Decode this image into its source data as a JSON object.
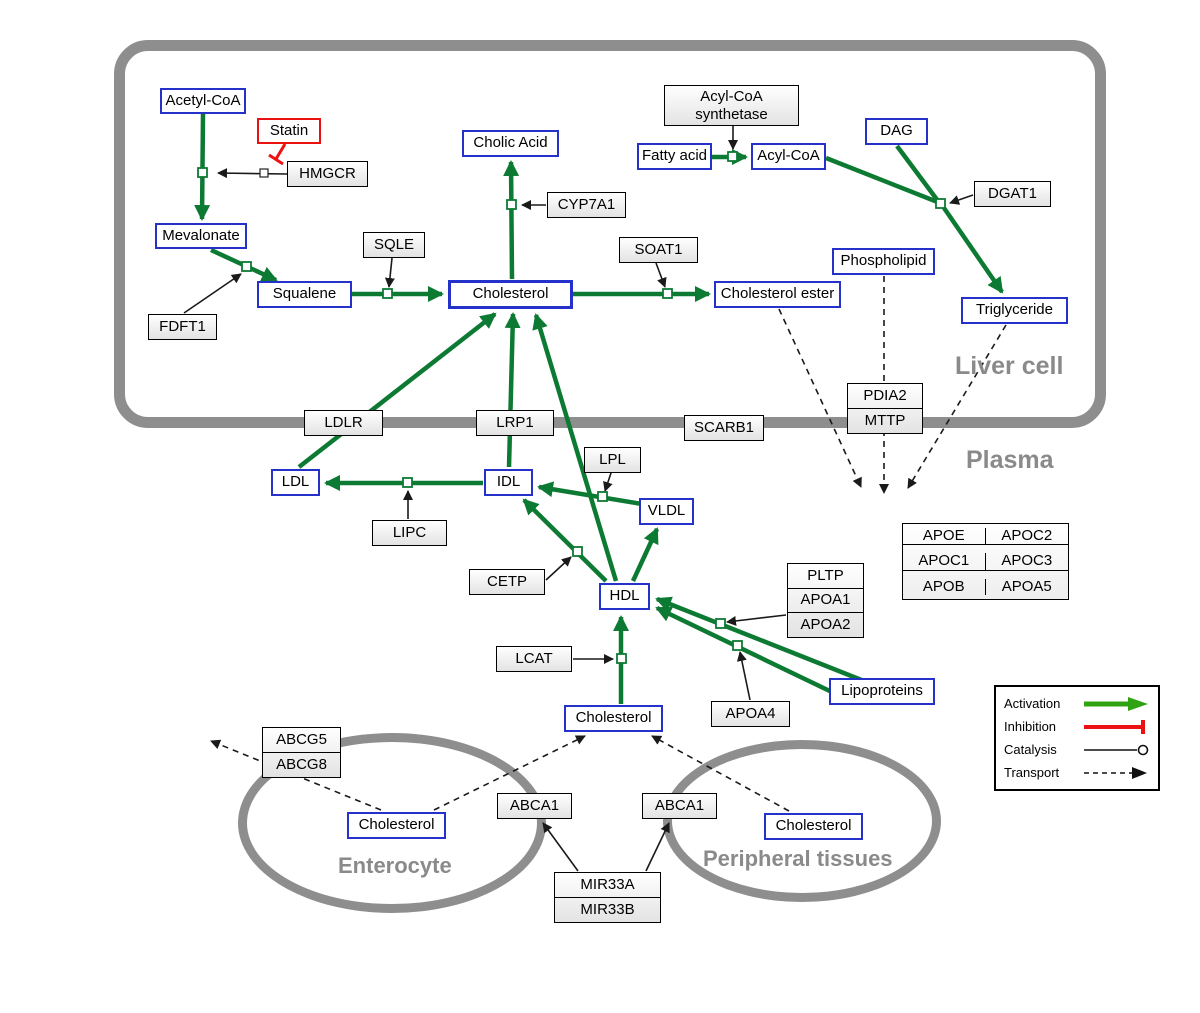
{
  "compartments": {
    "liver": {
      "label": "Liver cell"
    },
    "plasma": {
      "label": "Plasma"
    },
    "enterocyte": {
      "label": "Enterocyte"
    },
    "peripheral": {
      "label": "Peripheral tissues"
    }
  },
  "nodes": {
    "acetyl_coa": {
      "label": "Acetyl-CoA"
    },
    "statin": {
      "label": "Statin"
    },
    "hmgcr": {
      "label": "HMGCR"
    },
    "mevalonate": {
      "label": "Mevalonate"
    },
    "fdft1": {
      "label": "FDFT1"
    },
    "squalene": {
      "label": "Squalene"
    },
    "sqle": {
      "label": "SQLE"
    },
    "cholesterol_liver": {
      "label": "Cholesterol"
    },
    "cholic_acid": {
      "label": "Cholic Acid"
    },
    "cyp7a1": {
      "label": "CYP7A1"
    },
    "soat1": {
      "label": "SOAT1"
    },
    "cholesterol_ester": {
      "label": "Cholesterol ester"
    },
    "acyl_coa_synthetase": {
      "line1": "Acyl-CoA",
      "line2": "synthetase"
    },
    "fatty_acid": {
      "label": "Fatty acid"
    },
    "acyl_coa": {
      "label": "Acyl-CoA"
    },
    "dag": {
      "label": "DAG"
    },
    "dgat1": {
      "label": "DGAT1"
    },
    "phospholipid": {
      "label": "Phospholipid"
    },
    "triglyceride": {
      "label": "Triglyceride"
    },
    "ldlr": {
      "label": "LDLR"
    },
    "lrp1": {
      "label": "LRP1"
    },
    "scarb1": {
      "label": "SCARB1"
    },
    "pdia2_mttp": {
      "rows": [
        "PDIA2",
        "MTTP"
      ]
    },
    "ldl": {
      "label": "LDL"
    },
    "lipc": {
      "label": "LIPC"
    },
    "idl": {
      "label": "IDL"
    },
    "lpl": {
      "label": "LPL"
    },
    "vldl": {
      "label": "VLDL"
    },
    "cetp": {
      "label": "CETP"
    },
    "hdl": {
      "label": "HDL"
    },
    "lcat": {
      "label": "LCAT"
    },
    "cholesterol_plasma": {
      "label": "Cholesterol"
    },
    "pltp_stack": {
      "rows": [
        "PLTP",
        "APOA1",
        "APOA2"
      ]
    },
    "apoa4": {
      "label": "APOA4"
    },
    "lipoproteins": {
      "label": "Lipoproteins"
    },
    "apo_table": {
      "rows": [
        [
          "APOE",
          "APOC2"
        ],
        [
          "APOC1",
          "APOC3"
        ],
        [
          "APOB",
          "APOA5"
        ]
      ]
    },
    "abcg_stack": {
      "rows": [
        "ABCG5",
        "ABCG8"
      ]
    },
    "cholesterol_enterocyte": {
      "label": "Cholesterol"
    },
    "abca1_left": {
      "label": "ABCA1"
    },
    "abca1_right": {
      "label": "ABCA1"
    },
    "cholesterol_peripheral": {
      "label": "Cholesterol"
    },
    "mir33_stack": {
      "rows": [
        "MIR33A",
        "MIR33B"
      ]
    }
  },
  "legend": {
    "items": [
      {
        "label": "Activation",
        "type": "activation"
      },
      {
        "label": "Inhibition",
        "type": "inhibition"
      },
      {
        "label": "Catalysis",
        "type": "catalysis"
      },
      {
        "label": "Transport",
        "type": "transport"
      }
    ]
  },
  "colors": {
    "activation_green": "#0d7a33",
    "legend_green": "#2fa312",
    "inhibition_red": "#ee1111",
    "metabolite_blue": "#2531cb",
    "membrane_gray": "#8e8e8e"
  }
}
